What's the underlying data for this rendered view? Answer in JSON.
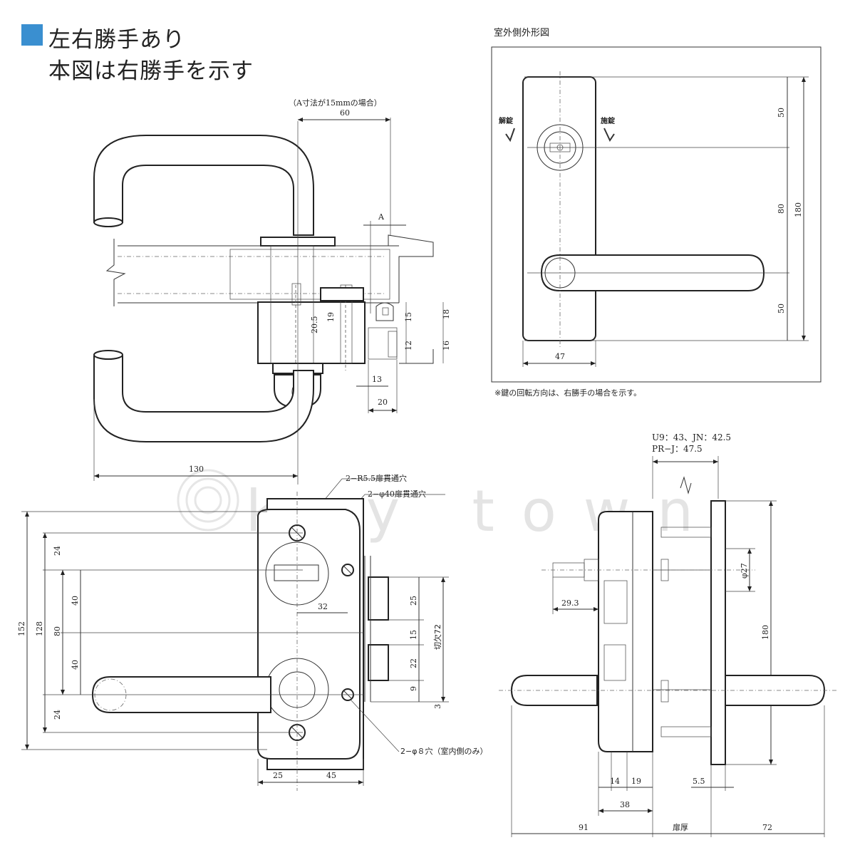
{
  "header": {
    "line1": "左右勝手あり",
    "line2": "本図は右勝手を示す"
  },
  "watermark": "key town",
  "side_view": {
    "note": "（A寸法が15mmの場合）",
    "dims": {
      "d60": "60",
      "dA": "A",
      "d20_5": "20.5",
      "d19": "19",
      "d15": "15",
      "d18": "18",
      "d12": "12",
      "d16": "16",
      "d13": "13",
      "d20": "20",
      "d130": "130"
    }
  },
  "outdoor_view": {
    "title": "室外側外形図",
    "unlock": "解錠",
    "lock": "施錠",
    "dims": {
      "d50a": "50",
      "d80": "80",
      "d180": "180",
      "d50b": "50",
      "d47": "47"
    },
    "footnote": "※鍵の回転方向は、右勝手の場合を示す。"
  },
  "front_view": {
    "label_r55": "2−R5.5扉貫通穴",
    "label_phi40": "2−φ40扉貫通穴",
    "label_phi8": "2−φ８穴（室内側のみ）",
    "dims": {
      "d152": "152",
      "d128": "128",
      "d80": "80",
      "d24a": "24",
      "d40a": "40",
      "d40b": "40",
      "d24b": "24",
      "d32": "32",
      "d25": "25",
      "d15": "15",
      "d22": "22",
      "d9": "9",
      "d3": "3",
      "d72": "切欠72",
      "d25b": "25",
      "d45": "45"
    }
  },
  "section_view": {
    "note1": "U9：43、JN：42.5",
    "note2": "PR−J：47.5",
    "dims": {
      "d27": "φ27",
      "d29_3": "29.3",
      "d180": "180",
      "d14": "14",
      "d19": "19",
      "d5_5": "5.5",
      "d38": "38",
      "d91": "91",
      "door": "扉厚",
      "d72": "72"
    }
  },
  "colors": {
    "accent": "#3a8fd0",
    "line": "#222222",
    "watermark": "#e4e4e4"
  }
}
